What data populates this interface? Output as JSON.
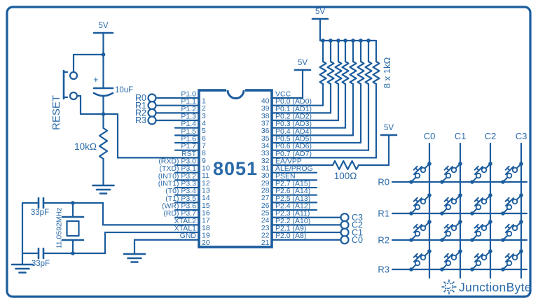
{
  "colors": {
    "wire": "#1b5c9d",
    "text": "#2a6aa8",
    "background": "#ffffff"
  },
  "ic": {
    "name": "8051",
    "left_pins": [
      {
        "num": "1",
        "label": "P1.0"
      },
      {
        "num": "2",
        "label": "P1.1"
      },
      {
        "num": "3",
        "label": "P1.2"
      },
      {
        "num": "4",
        "label": "P1.3"
      },
      {
        "num": "5",
        "label": "P1.4"
      },
      {
        "num": "6",
        "label": "P1.5"
      },
      {
        "num": "7",
        "label": "P1.6"
      },
      {
        "num": "8",
        "label": "P1.7"
      },
      {
        "num": "9",
        "label": "RST"
      },
      {
        "num": "10",
        "label": "(RXD) P3.0"
      },
      {
        "num": "11",
        "label": "(TXD) P3.1"
      },
      {
        "num": "12",
        "label": "(INT0) P3.2"
      },
      {
        "num": "13",
        "label": "(INT1) P3.3"
      },
      {
        "num": "14",
        "label": "(T0) P3.4"
      },
      {
        "num": "15",
        "label": "(T1) P3.5"
      },
      {
        "num": "16",
        "label": "(WR) P3.6"
      },
      {
        "num": "17",
        "label": "(RD) P3.7"
      },
      {
        "num": "18",
        "label": "XTAL2"
      },
      {
        "num": "19",
        "label": "XTAL1"
      },
      {
        "num": "20",
        "label": "GND"
      }
    ],
    "right_pins": [
      {
        "num": "40",
        "label": "VCC"
      },
      {
        "num": "39",
        "label": "P0.0 (AD0)"
      },
      {
        "num": "38",
        "label": "P0.1 (AD1)"
      },
      {
        "num": "37",
        "label": "P0.2 (AD2)"
      },
      {
        "num": "36",
        "label": "P0.3 (AD3)"
      },
      {
        "num": "35",
        "label": "P0.4 (AD4)"
      },
      {
        "num": "34",
        "label": "P0.5 (AD5)"
      },
      {
        "num": "33",
        "label": "P0.6 (AD6)"
      },
      {
        "num": "32",
        "label": "P0.7 (AD7)"
      },
      {
        "num": "31",
        "label": "EA/VPP"
      },
      {
        "num": "30",
        "label": "ALE/PROG"
      },
      {
        "num": "29",
        "label": "PSEN"
      },
      {
        "num": "28",
        "label": "P2.7 (A15)"
      },
      {
        "num": "27",
        "label": "P2.6 (A14)"
      },
      {
        "num": "26",
        "label": "P2.5 (A13)"
      },
      {
        "num": "25",
        "label": "P2.4 (A12)"
      },
      {
        "num": "24",
        "label": "P2.3 (A11)"
      },
      {
        "num": "23",
        "label": "P2.2 (A10)"
      },
      {
        "num": "22",
        "label": "P2.1 (A9)"
      },
      {
        "num": "21",
        "label": "P2.0 (A8)"
      }
    ]
  },
  "power": {
    "reset_supply": "5V",
    "vcc_supply": "5V",
    "pullup_supply": "5V",
    "ea_supply": "5V"
  },
  "reset_circuit": {
    "label": "RESET",
    "capacitor": "10uF",
    "capacitor_polarity": "+",
    "resistor": "10kΩ"
  },
  "oscillator": {
    "crystal": "11.0592MHz",
    "cap_top": "33pF",
    "cap_bottom": "33pF"
  },
  "pullup_bank": {
    "label": "8 x 1kΩ"
  },
  "ea_resistor": "100Ω",
  "row_connectors": [
    "R0",
    "R1",
    "R2",
    "R3"
  ],
  "col_connectors": [
    "C3",
    "C2",
    "C1",
    "C0"
  ],
  "keypad": {
    "col_labels": [
      "C0",
      "C1",
      "C2",
      "C3"
    ],
    "row_labels": [
      "R0",
      "R1",
      "R2",
      "R3"
    ]
  },
  "logo": {
    "text": "JunctionByte"
  }
}
